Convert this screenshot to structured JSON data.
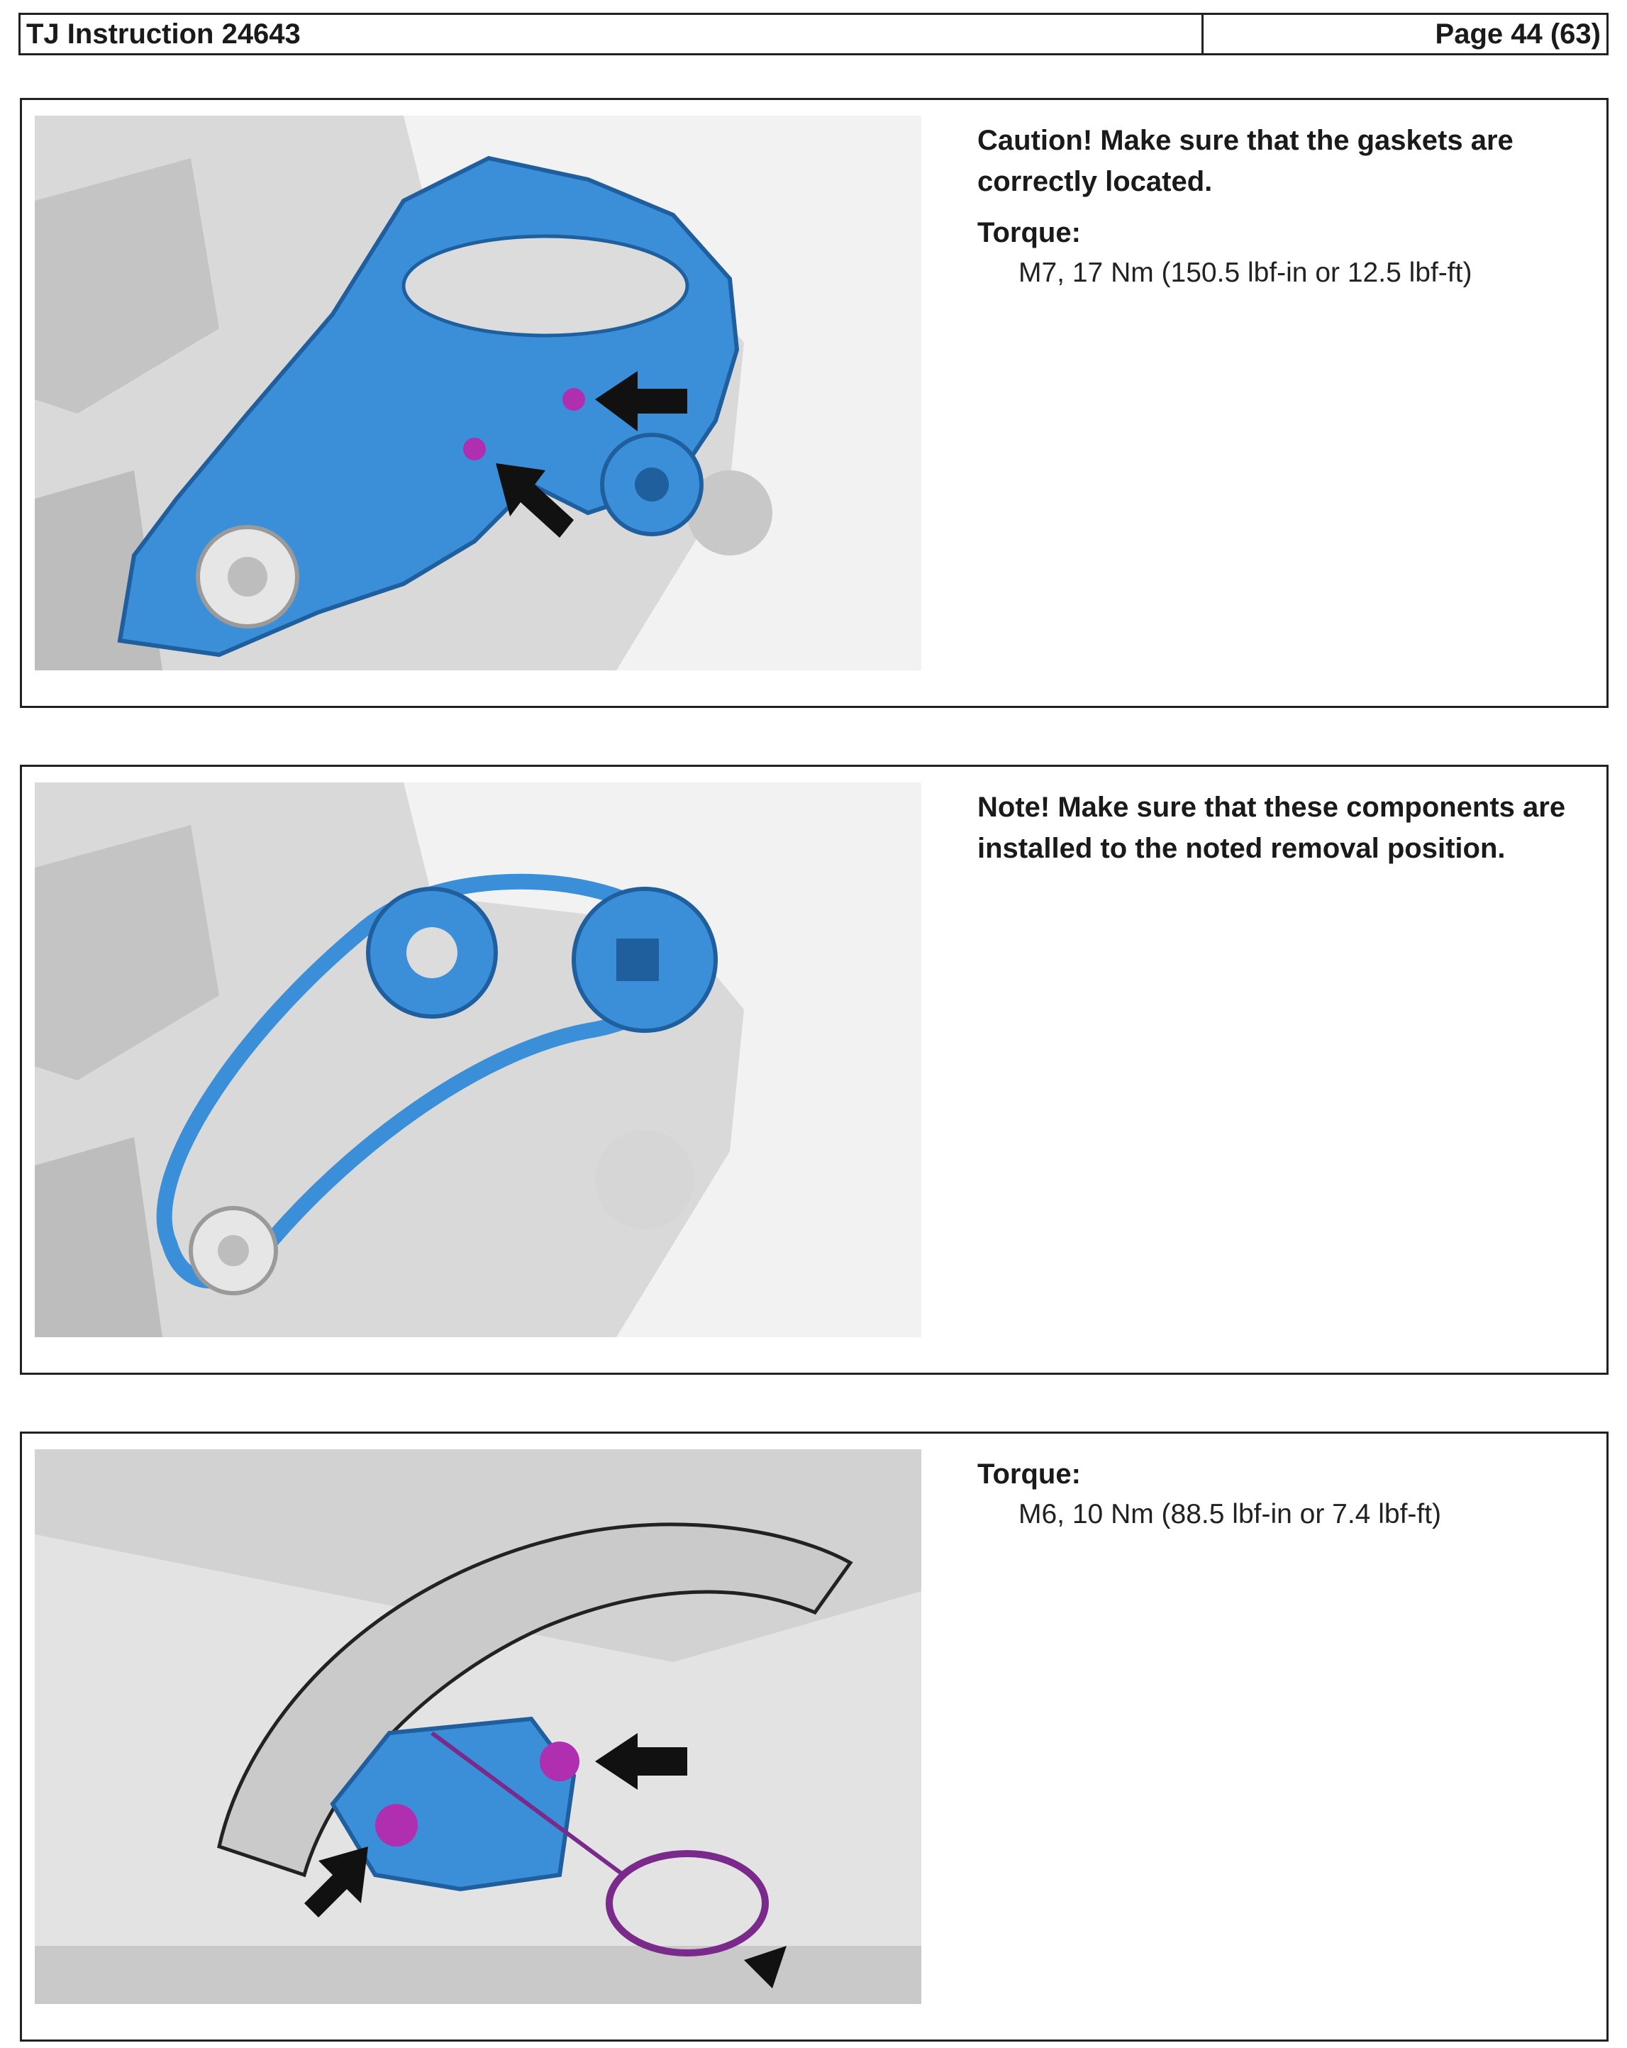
{
  "header": {
    "title": "TJ Instruction 24643",
    "page": "Page 44 (63)"
  },
  "steps": [
    {
      "figure_icon": "timing-cover-installation-illustration",
      "caution": "Caution!  Make sure that the gaskets are correctly located.",
      "torque_label": "Torque:",
      "torque_value": "M7,  17 Nm (150.5 lbf-in or 12.5 lbf-ft)"
    },
    {
      "figure_icon": "timing-chain-installation-illustration",
      "note": "Note!  Make sure that these components are installed to the noted removal position."
    },
    {
      "figure_icon": "chain-tensioner-installation-illustration",
      "torque_label": "Torque:",
      "torque_value": "M6,  10 Nm (88.5 lbf-in or 7.4 lbf-ft)"
    }
  ],
  "colors": {
    "component_blue": "#3a8fd8",
    "bolt_magenta": "#b02fb0",
    "engine_gray": "#cfcfcf",
    "arrow_black": "#111111"
  }
}
